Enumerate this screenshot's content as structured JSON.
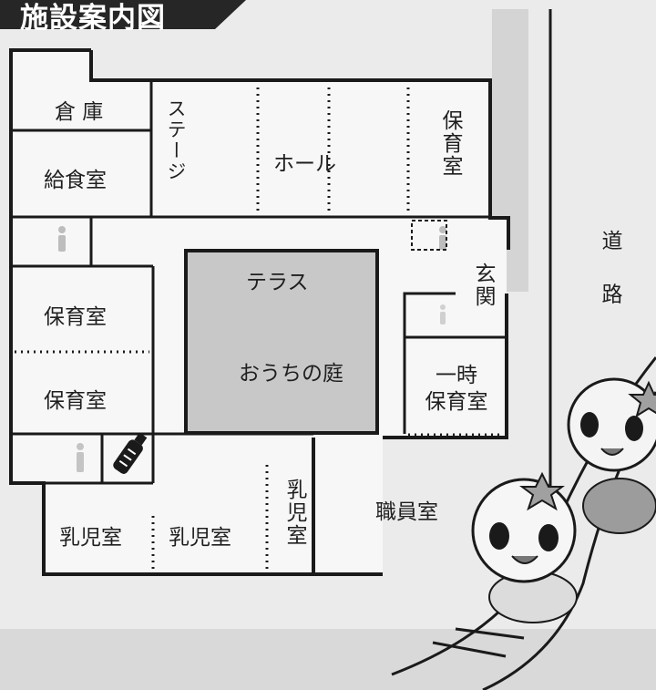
{
  "header": {
    "title": "施設案内図"
  },
  "rooms": {
    "storage": "倉 庫",
    "kitchen": "給食室",
    "stage": "ステージ",
    "hall": "ホール",
    "nursery_top": "保育室",
    "nursery_left_1": "保育室",
    "nursery_left_2": "保育室",
    "terrace": "テラス",
    "garden": "おうちの庭",
    "entrance": "玄関",
    "temp_care_line1": "一時",
    "temp_care_line2": "保育室",
    "infant_1": "乳児室",
    "infant_2": "乳児室",
    "infant_3": "乳児室",
    "staff_room": "職員室"
  },
  "road": {
    "label": "道 路"
  },
  "icons": [
    "toilet-icon",
    "baby-bottle-icon",
    "mascot-character-icon",
    "slide-icon"
  ]
}
